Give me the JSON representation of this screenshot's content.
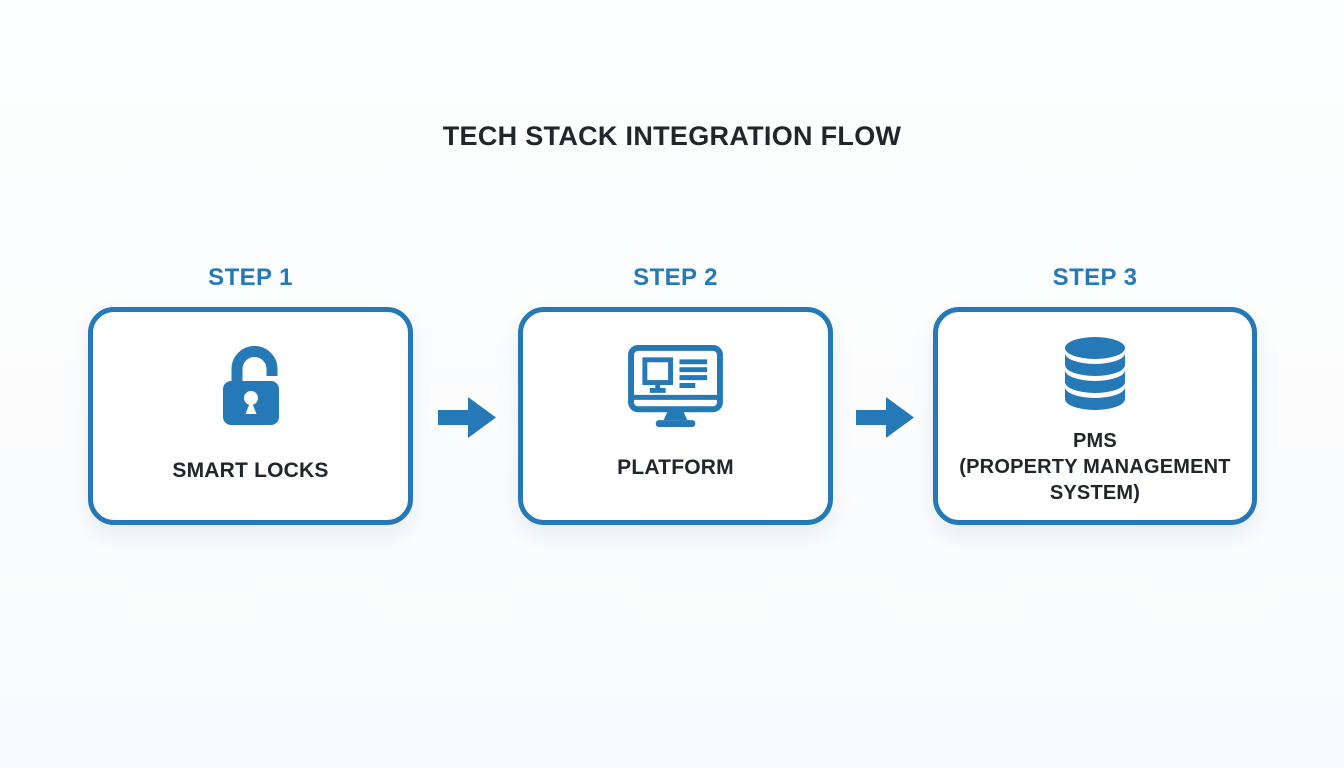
{
  "title": "TECH STACK INTEGRATION FLOW",
  "colors": {
    "accent": "#2679b7",
    "heading": "#21262b",
    "background": "#fcfdfe",
    "card_fill": "#ffffff"
  },
  "steps": [
    {
      "label": "STEP 1",
      "icon": "unlocked-padlock-icon",
      "lines": [
        "SMART LOCKS"
      ]
    },
    {
      "label": "STEP 2",
      "icon": "monitor-icon",
      "lines": [
        "PLATFORM"
      ]
    },
    {
      "label": "STEP 3",
      "icon": "database-icon",
      "lines": [
        "PMS",
        "(PROPERTY MANAGEMENT",
        "SYSTEM)"
      ]
    }
  ],
  "connectors": [
    {
      "icon": "arrow-right-icon",
      "from": "STEP 1",
      "to": "STEP 2"
    },
    {
      "icon": "arrow-right-icon",
      "from": "STEP 2",
      "to": "STEP 3"
    }
  ]
}
